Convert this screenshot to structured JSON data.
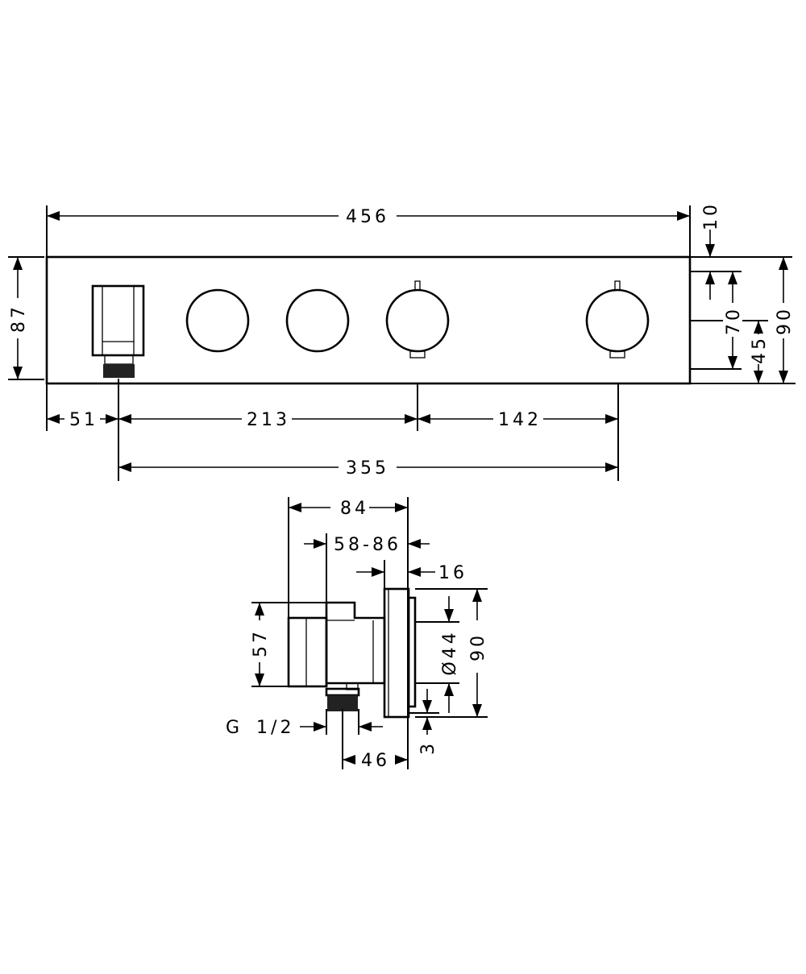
{
  "front_view": {
    "total_width": "456",
    "height": "87",
    "offset_left": "51",
    "spacing_1": "213",
    "spacing_2": "142",
    "overall_span": "355",
    "top_offset": "10",
    "vertical_70": "70",
    "vertical_45": "45",
    "total_height": "90"
  },
  "side_view": {
    "depth_84": "84",
    "depth_range": "58-86",
    "plate_thickness": "16",
    "body_height": "57",
    "diameter": "Ø44",
    "plate_height": "90",
    "thread": "G 1/2",
    "gap": "3",
    "outlet_depth": "46"
  }
}
